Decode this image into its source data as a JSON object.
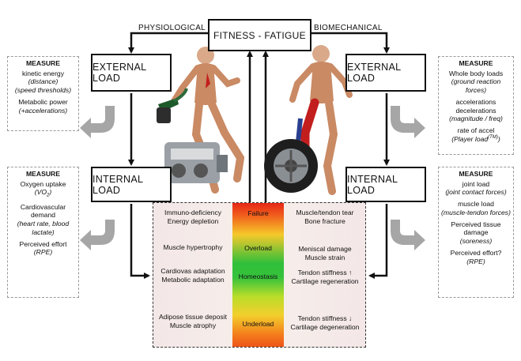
{
  "top": {
    "center": "FITNESS - FATIGUE",
    "left_caption": "PHYSIOLOGICAL",
    "right_caption": "BIOMECHANICAL"
  },
  "left": {
    "external": "EXTERNAL LOAD",
    "internal": "INTERNAL LOAD",
    "measure_external": {
      "title": "MEASURE",
      "items": [
        {
          "main": "kinetic energy",
          "sub": [
            "(distance)",
            "(speed thresholds)"
          ]
        },
        {
          "main": "Metabolic power",
          "sub": [
            "(+accelerations)"
          ]
        }
      ]
    },
    "measure_internal": {
      "title": "MEASURE",
      "items": [
        {
          "main": "Oxygen uptake",
          "sub": [
            "(VO2)"
          ]
        },
        {
          "main": "Cardiovascular demand",
          "sub": [
            "(heart rate, blood lactate)"
          ]
        },
        {
          "main": "Perceived effort",
          "sub": [
            "(RPE)"
          ]
        }
      ]
    }
  },
  "right": {
    "external": "EXTERNAL LOAD",
    "internal": "INTERNAL LOAD",
    "measure_external": {
      "title": "MEASURE",
      "items": [
        {
          "main": "Whole body loads",
          "sub": [
            "(ground reaction forces)"
          ]
        },
        {
          "main": "accelerations decelerations",
          "sub": [
            "(magnitude / freq)"
          ]
        },
        {
          "main": "rate of accel",
          "sub": [
            "(Player load(TM))"
          ]
        }
      ]
    },
    "measure_internal": {
      "title": "MEASURE",
      "items": [
        {
          "main": "joint load",
          "sub": [
            "(joint contact forces)"
          ]
        },
        {
          "main": "muscle load",
          "sub": [
            "(muscle-tendon forces)"
          ]
        },
        {
          "main": "Perceived tissue damage",
          "sub": [
            "(soreness)"
          ]
        },
        {
          "main": "Perceived effort?",
          "sub": [
            "(RPE)"
          ]
        }
      ]
    }
  },
  "scale": {
    "labels": [
      "Failure",
      "Overload",
      "Homeostasis",
      "Underload"
    ],
    "physiological": [
      "Immuno-deficiency\nEnergy depletion",
      "Muscle hypertrophy",
      "Cardiovas adaptation\nMetabolic adaptation",
      "Adipose tissue deposit\nMuscle atrophy"
    ],
    "biomechanical": [
      "Muscle/tendon tear\nBone fracture",
      "Meniscal damage\nMuscle strain",
      "Tendon stiffness ↑\nCartilage regeneration",
      "Tendon stiffness ↓\nCartilage degeneration"
    ]
  },
  "colors": {
    "line": "#111111",
    "arrow_gray": "#a6a6a6",
    "muscle": "#c86a3a"
  }
}
